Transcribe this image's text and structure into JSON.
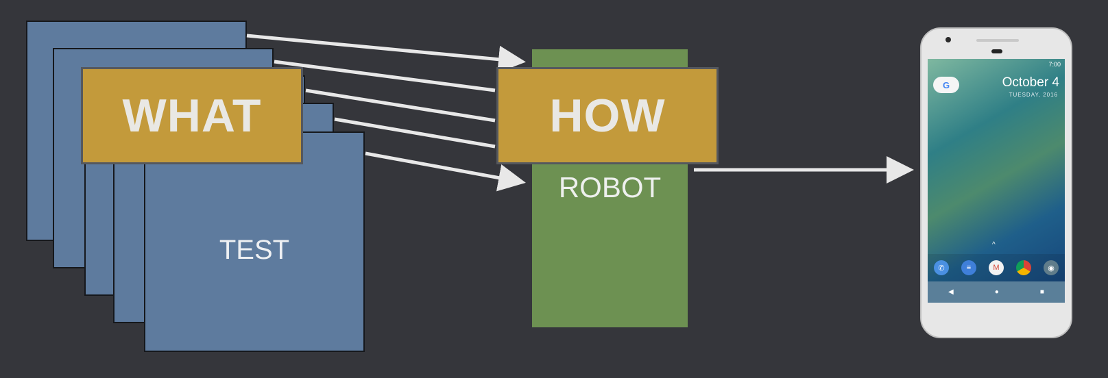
{
  "labels": {
    "what": "WHAT",
    "how": "HOW",
    "robot": "ROBOT",
    "test": "TEST"
  },
  "phone": {
    "time": "7:00",
    "date": "October 4",
    "date_sub": "TUESDAY, 2016",
    "search_glyph": "G",
    "dock_apps": [
      "phone-icon",
      "messages-icon",
      "gmail-icon",
      "chrome-icon",
      "camera-icon"
    ],
    "nav_buttons": [
      "back-icon",
      "home-icon",
      "recents-icon"
    ]
  },
  "colors": {
    "background": "#35363b",
    "test_card": "#5e7b9e",
    "label_box": "#c39a3b",
    "robot_box": "#6d9152",
    "arrow": "#e8e8e8"
  }
}
